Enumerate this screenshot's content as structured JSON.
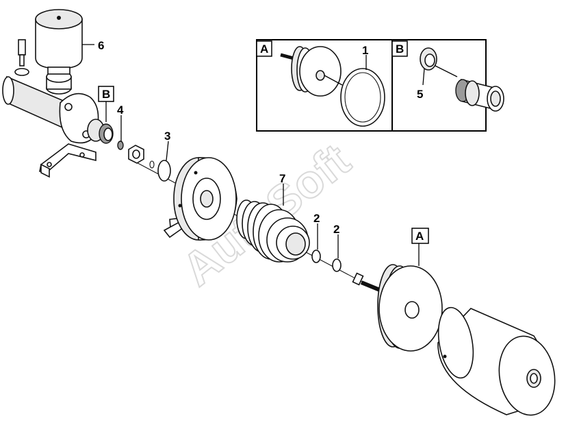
{
  "diagram": {
    "watermark": "AutoSoft",
    "detail_boxes": [
      {
        "id": "detail-a",
        "label": "A",
        "callouts": [
          "1"
        ]
      },
      {
        "id": "detail-b",
        "label": "B",
        "callouts": [
          "5"
        ]
      }
    ],
    "callouts": {
      "c1": "1",
      "c2a": "2",
      "c2b": "2",
      "c3": "3",
      "c4": "4",
      "c5": "5",
      "c6": "6",
      "c7": "7"
    },
    "reference_tags": {
      "tag_b_main": "B",
      "tag_a_main": "A"
    }
  }
}
